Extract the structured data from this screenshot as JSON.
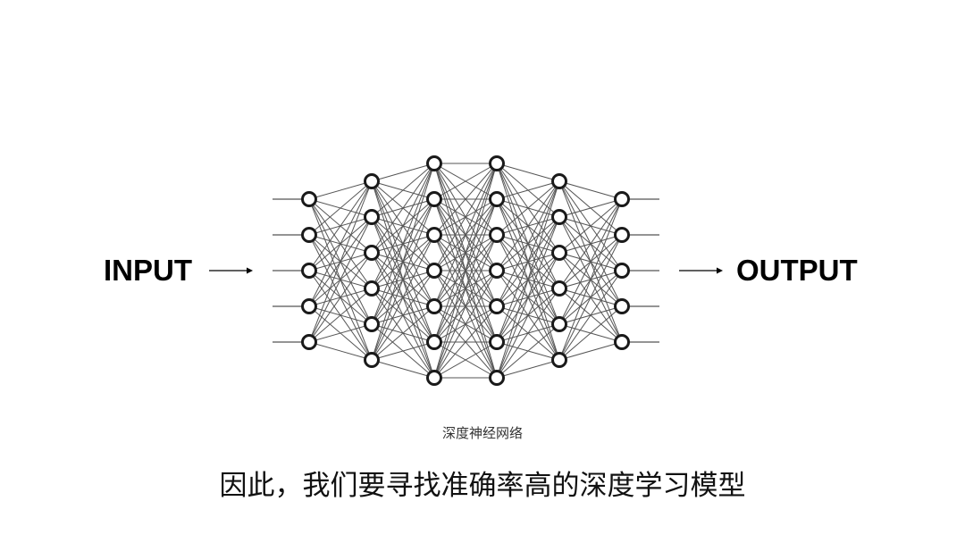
{
  "diagram": {
    "input_label": "INPUT",
    "output_label": "OUTPUT",
    "layers": [
      5,
      6,
      7,
      7,
      6,
      5
    ],
    "caption": "深度神经网络"
  },
  "subtitle": "因此，我们要寻找准确率高的深度学习模型",
  "colors": {
    "node_stroke": "#1a1a1a",
    "edge": "#555555",
    "text": "#000000"
  }
}
